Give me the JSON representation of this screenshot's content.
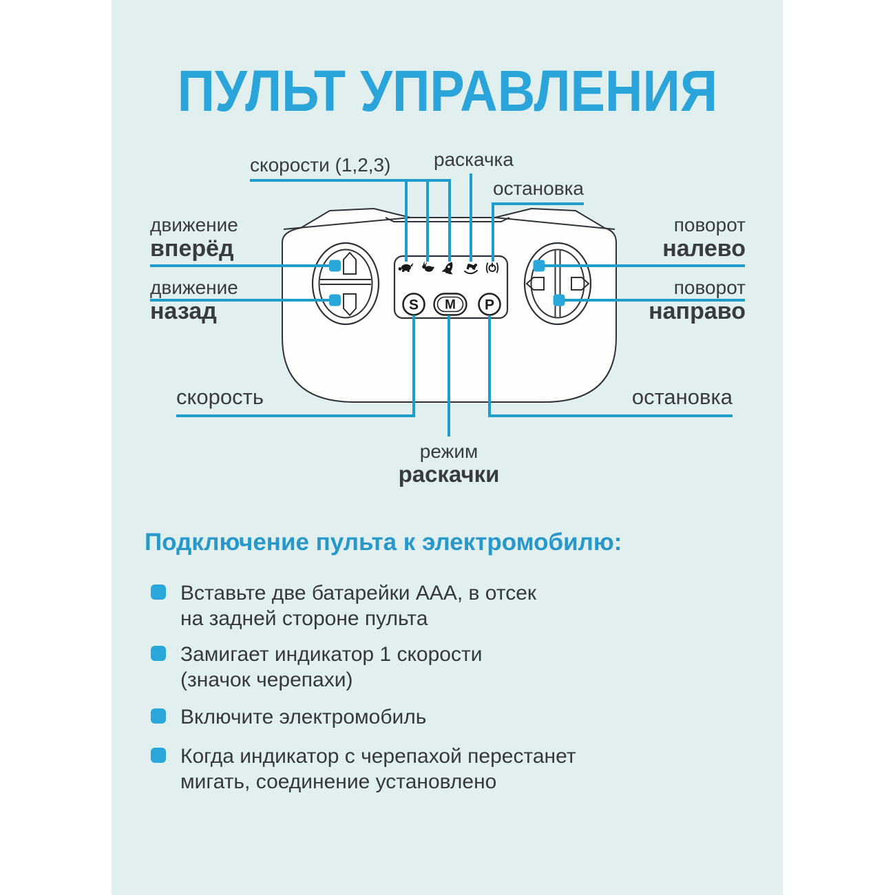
{
  "title": "ПУЛЬТ УПРАВЛЕНИЯ",
  "colors": {
    "page_background": "#ffffff",
    "panel_background": "#e1f0ef",
    "accent_blue": "#2ba5d9",
    "callout_line": "#1e9dca",
    "marker_square": "#29a7d8",
    "text_dark": "#383c40",
    "outline_dark": "#2e3236"
  },
  "diagram": {
    "callouts": {
      "speeds": "скорости (1,2,3)",
      "rocking": "раскачка",
      "stop_top": "остановка",
      "forward": {
        "line1": "движение",
        "line2": "вперёд"
      },
      "backward": {
        "line1": "движение",
        "line2": "назад"
      },
      "turn_left": {
        "line1": "поворот",
        "line2": "налево"
      },
      "turn_right": {
        "line1": "поворот",
        "line2": "направо"
      },
      "speed": "скорость",
      "stop_bottom": "остановка",
      "mode": {
        "line1": "режим",
        "line2": "раскачки"
      }
    },
    "buttons": {
      "s": "S",
      "m": "M",
      "p": "P"
    },
    "indicator_icons": [
      "turtle-icon",
      "rabbit-icon",
      "rocket-icon",
      "rocking-horse-icon",
      "power-icon"
    ]
  },
  "section": {
    "heading": "Подключение пульта к электромобилю:",
    "bullets": [
      {
        "lines": [
          "Вставьте две батарейки ААА, в отсек",
          "на задней стороне пульта"
        ]
      },
      {
        "lines": [
          "Замигает индикатор 1 скорости",
          "(значок черепахи)"
        ]
      },
      {
        "lines": [
          "Включите электромобиль"
        ]
      },
      {
        "lines": [
          "Когда индикатор с черепахой перестанет",
          "мигать, соединение установлено"
        ]
      }
    ]
  }
}
